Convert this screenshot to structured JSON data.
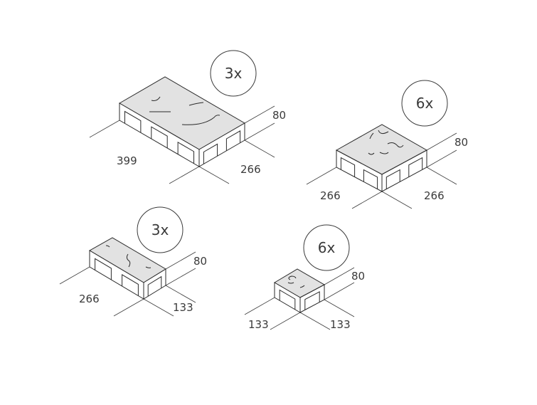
{
  "blocks": [
    {
      "name": "block-399x266",
      "quantity": "3x",
      "height": "80",
      "length": "399",
      "width": "266"
    },
    {
      "name": "block-266x266",
      "quantity": "6x",
      "height": "80",
      "length": "266",
      "width": "266"
    },
    {
      "name": "block-266x133",
      "quantity": "3x",
      "height": "80",
      "length": "266",
      "width": "133"
    },
    {
      "name": "block-133x133",
      "quantity": "6x",
      "height": "80",
      "length": "133",
      "width": "133"
    }
  ]
}
